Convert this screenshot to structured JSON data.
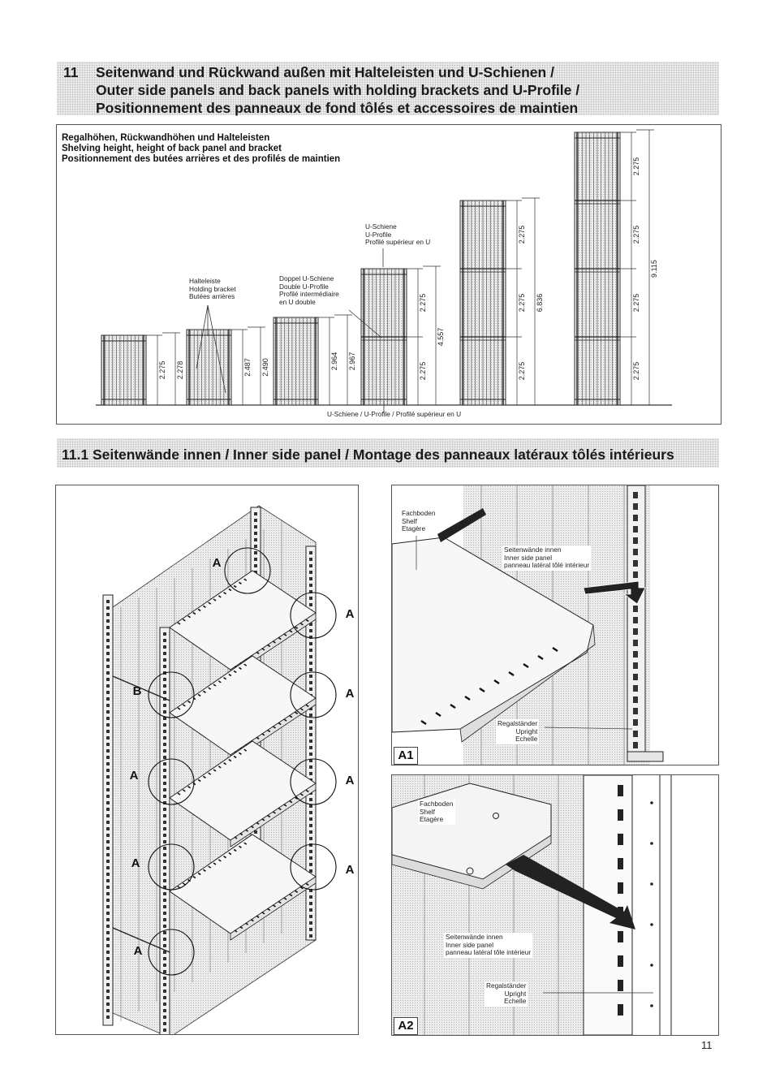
{
  "section_11": {
    "number": "11",
    "title_lines": [
      "Seitenwand und Rückwand außen mit Halteleisten und U-Schienen /",
      "Outer side panels and back panels with holding brackets and U-Profile /",
      "Positionnement des panneaux de fond tôlés et accessoires de maintien"
    ]
  },
  "chart": {
    "heading_lines": [
      "Regalhöhen, Rückwandhöhen und Halteleisten",
      "Shelving height, height of back panel and bracket",
      "Positionnement des butées arrières et des profilés de maintien"
    ],
    "callout_bracket": [
      "Halteleiste",
      "Holding bracket",
      "Butées arrières"
    ],
    "callout_double": [
      "Doppel U-Schiene",
      "Double U-Profile",
      "Profilé intermédiaire",
      "en U double"
    ],
    "callout_uprofile_top": [
      "U-Schiene",
      "U-Profile",
      "Profilé supérieur en U"
    ],
    "bottom_label": "U-Schiene / U-Profile / Profilé supérieur en U",
    "units": [
      {
        "panel": [
          "2.275"
        ],
        "total": "2.278"
      },
      {
        "panel": [
          "2.487"
        ],
        "total": "2.490"
      },
      {
        "panel": [
          "2.964"
        ],
        "total": "2.967"
      },
      {
        "panel": [
          "2.275",
          "2.275"
        ],
        "total": "4.557"
      },
      {
        "panel": [
          "2.275",
          "2.275",
          "2.275"
        ],
        "total": "6.836"
      },
      {
        "panel": [
          "2.275",
          "2.275",
          "2.275",
          "2.275"
        ],
        "total": "9.115"
      }
    ]
  },
  "section_111": {
    "title": "11.1  Seitenwände innen / Inner side panel / Montage des panneaux latéraux tôlés intérieurs"
  },
  "iso": {
    "marks": [
      "A",
      "A",
      "B",
      "A",
      "A",
      "A",
      "A",
      "A"
    ]
  },
  "detail_a1": {
    "tag": "A1",
    "shelf": [
      "Fachboden",
      "Shelf",
      "Etagère"
    ],
    "panel": [
      "Seitenwände innen",
      "Inner side panel",
      "panneau latéral tôlé intérieur"
    ],
    "upright": [
      "Regalständer",
      "Upright",
      "Echelle"
    ]
  },
  "detail_a2": {
    "tag": "A2",
    "shelf": [
      "Fachboden",
      "Shelf",
      "Etagère"
    ],
    "panel": [
      "Seitenwände innen",
      "Inner side panel",
      "panneau latéral tôle intérieur"
    ],
    "upright": [
      "Regalständer",
      "Upright",
      "Echelle"
    ]
  },
  "page_number": "11"
}
